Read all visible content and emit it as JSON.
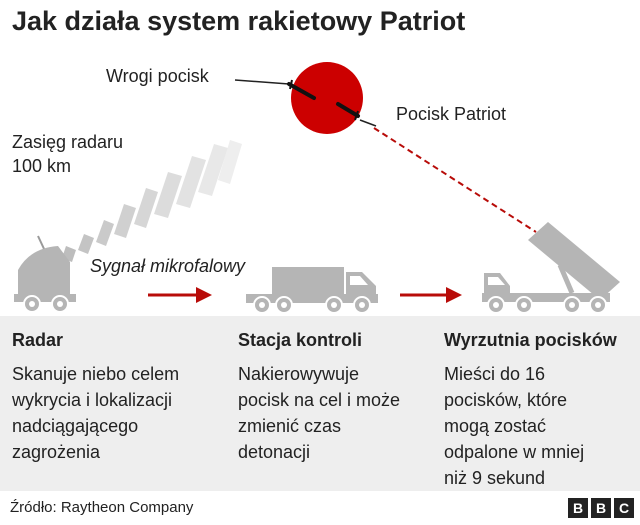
{
  "title": "Jak działa system rakietowy Patriot",
  "labels": {
    "enemy_missile": "Wrogi pocisk",
    "patriot_missile": "Pocisk Patriot",
    "radar_range_line1": "Zasięg radaru",
    "radar_range_line2": "100 km",
    "microwave_signal": "Sygnał mikrofalowy"
  },
  "stages": [
    {
      "heading": "Radar",
      "description": "Skanuje niebo celem\nwykrycia i lokalizacji\nnadciągającego\nzagrożenia"
    },
    {
      "heading": "Stacja kontroli",
      "description": "Nakierowywuje\npocisk na cel i może\nzmienić czas\ndetonacji"
    },
    {
      "heading": "Wyrzutnia pocisków",
      "description": "Mieści do 16\npocisków, które\nmogą zostać\nodpalone w mniej\nniż 9 sekund"
    }
  ],
  "source": "Źródło: Raytheon Company",
  "logo": [
    "B",
    "B",
    "C"
  ],
  "colors": {
    "intercept_red": "#cc0000",
    "arrow_red": "#b80c09",
    "vehicle_grey": "#b5b5b5",
    "panel_bg": "#eeeeee"
  }
}
